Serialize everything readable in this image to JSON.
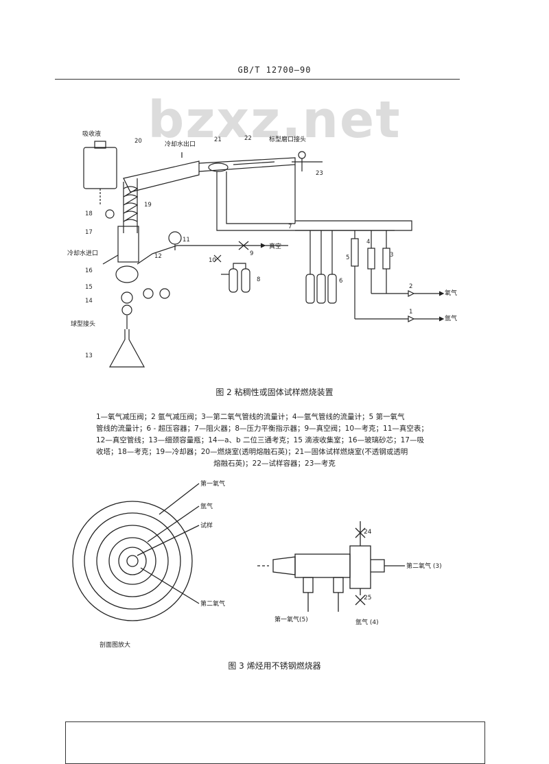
{
  "header": {
    "standard": "GB/T 12700—90"
  },
  "watermark": "bzxz.net",
  "figure2": {
    "caption": "图 2  粘稠性或固体试样燃烧装置",
    "labels": {
      "absorber": "吸收液",
      "cool_out": "冷却水出口",
      "ground_joint": "标型磨口接头",
      "cool_in": "冷却水进口",
      "ball_joint": "球型接头",
      "vacuum": "真空",
      "argon": "氩气",
      "oxygen": "氧气",
      "n1": "1",
      "n2": "2",
      "n3": "3",
      "n4": "4",
      "n5": "5",
      "n6": "6",
      "n7": "7",
      "n8": "8",
      "n9": "9",
      "n10": "10",
      "n11": "11",
      "n12": "12",
      "n13": "13",
      "n14": "14",
      "n15": "15",
      "n16": "16",
      "n17": "17",
      "n18": "18",
      "n19": "19",
      "n20": "20",
      "n21": "21",
      "n22": "22",
      "n23": "23"
    },
    "legend_lines": [
      "1—氧气减压阀；2  氩气减压阀；3—第二氧气管线的流量计；4—氩气管线的流量计；5  第一氧气",
      "管线的流量计；6 - 超压容器；7—阻火器；8—压力平衡指示器；9—真空阀；10—考克；11—真空表；",
      "12—真空管线；13—细颈容量瓶；14—a、b 二位三通考克；15  滴液收集室；16—玻璃砂芯；17—吸",
      "收塔；18—考克；19—冷却器；20—燃烧室(透明熔融石英)；21—固体试样燃烧室(不透钢或透明",
      "熔融石英)；22—试样容器；23—考克"
    ]
  },
  "figure3": {
    "caption": "图 3  烯烃用不锈钢燃烧器",
    "section_label": "剖面图放大",
    "labels": {
      "first_oxygen": "第一氧气",
      "argon": "氩气",
      "sample": "试样",
      "second_oxygen": "第二氧气",
      "n24": "24",
      "n25": "25",
      "second_oxygen_3": "第二氧气 (3)",
      "first_oxygen_5": "第一氧气(5)",
      "argon_4": "氩气 (4)"
    }
  }
}
